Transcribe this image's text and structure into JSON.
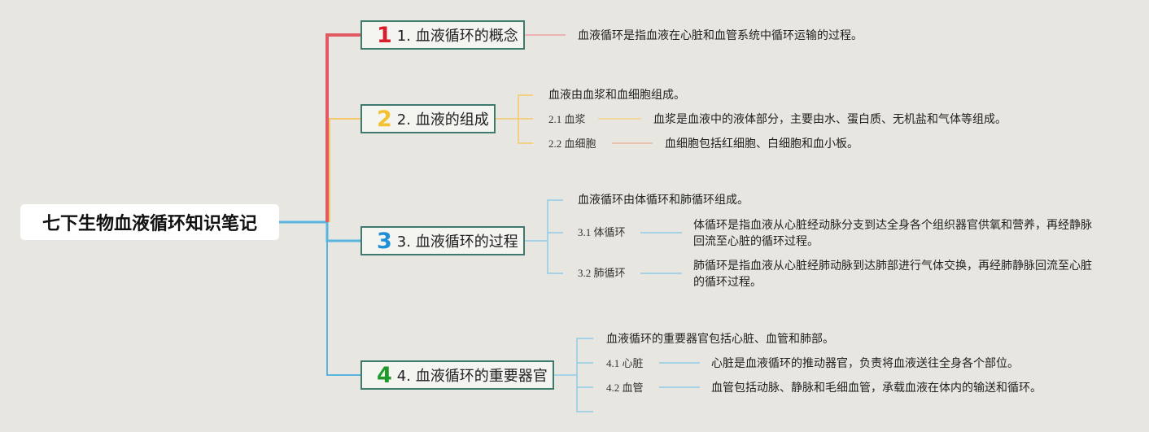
{
  "root": {
    "title": "七下生物血液循环知识笔记"
  },
  "colors": {
    "red": "#e05a63",
    "yellow": "#f5c96a",
    "blue": "#5ab4e0",
    "green": "#2e9b35",
    "border": "#3f7a6e"
  },
  "topics": [
    {
      "num": "1",
      "label": "1. 血液循环的概念",
      "num_color": "#d8202d",
      "leaves": [
        "血液循环是指血液在心脏和血管系统中循环运输的过程。"
      ]
    },
    {
      "num": "2",
      "label": "2. 血液的组成",
      "num_color": "#f2c230",
      "intro": "血液由血浆和血细胞组成。",
      "subs": [
        {
          "label": "2.1 血浆",
          "text": "血浆是血液中的液体部分，主要由水、蛋白质、无机盐和气体等组成。"
        },
        {
          "label": "2.2 血细胞",
          "text": "血细胞包括红细胞、白细胞和血小板。"
        }
      ]
    },
    {
      "num": "3",
      "label": "3. 血液循环的过程",
      "num_color": "#1f8fd8",
      "intro": "血液循环由体循环和肺循环组成。",
      "subs": [
        {
          "label": "3.1 体循环",
          "text": "体循环是指血液从心脏经动脉分支到达全身各个组织器官供氧和营养，再经静脉回流至心脏的循环过程。"
        },
        {
          "label": "3.2 肺循环",
          "text": "肺循环是指血液从心脏经肺动脉到达肺部进行气体交换，再经肺静脉回流至心脏的循环过程。"
        }
      ]
    },
    {
      "num": "4",
      "label": "4. 血液循环的重要器官",
      "num_color": "#1f9a2a",
      "intro": "血液循环的重要器官包括心脏、血管和肺部。",
      "subs": [
        {
          "label": "4.1 心脏",
          "text": "心脏是血液循环的推动器官，负责将血液送往全身各个部位。"
        },
        {
          "label": "4.2 血管",
          "text": "血管包括动脉、静脉和毛细血管，承载血液在体内的输送和循环。"
        }
      ]
    }
  ]
}
